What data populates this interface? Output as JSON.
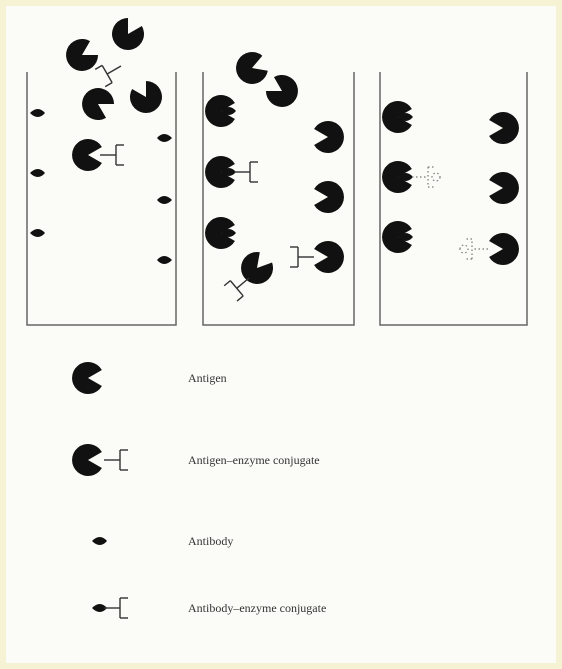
{
  "legend": {
    "antigen": "Antigen",
    "antigen_enzyme": "Antigen–enzyme conjugate",
    "antibody": "Antibody",
    "antibody_enzyme": "Antibody–enzyme conjugate"
  }
}
